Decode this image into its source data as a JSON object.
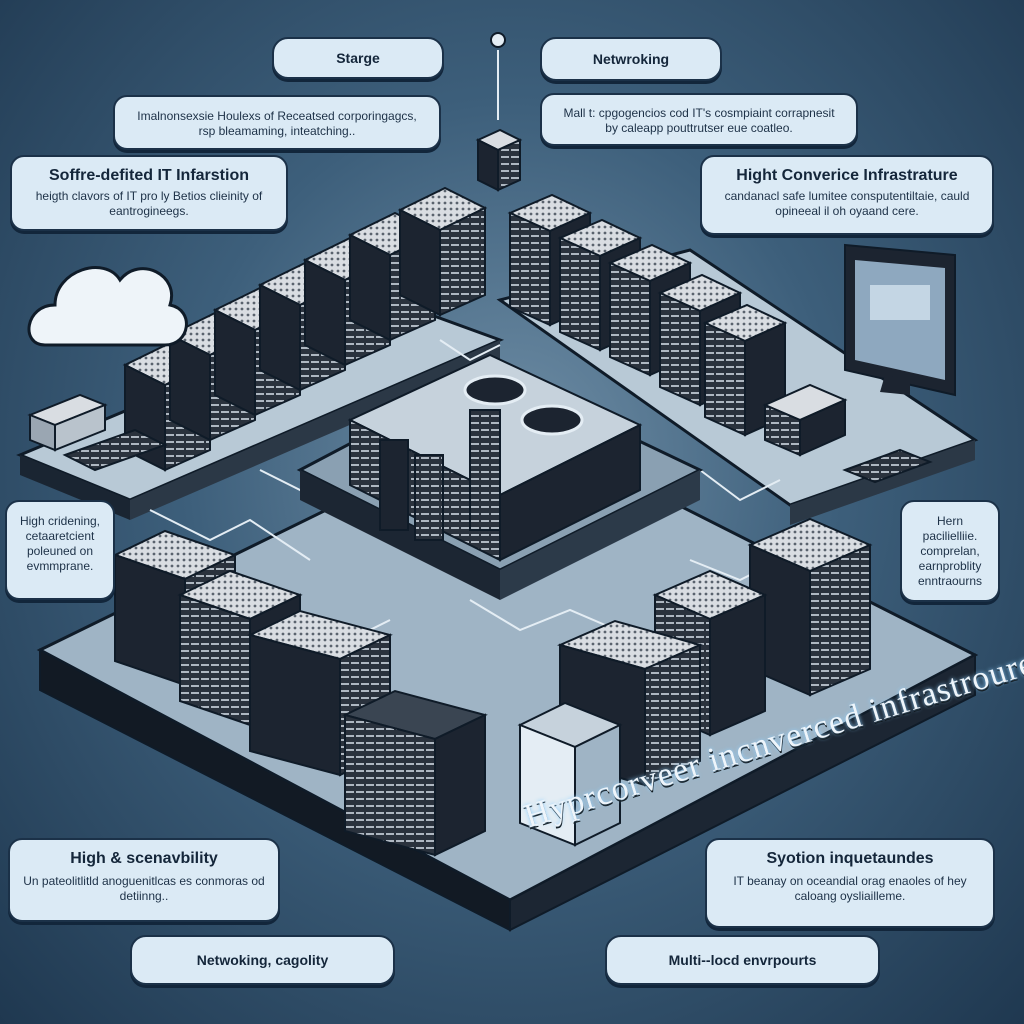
{
  "top_left_pill": "Starge",
  "top_right_pill": "Netwroking",
  "top_left_box": {
    "desc": "Imalnonsexsie Houlexs of Receatsed corporingagcs, rsp bleamaming, inteatching.."
  },
  "top_right_box": {
    "desc": "Mall t: cpgogencios cod IT's cosmpiaint corrapnesit by caleapp pouttrutser eue coatleo."
  },
  "left_box": {
    "title": "Soffre-defited IT Infarstion",
    "desc": "heigth clavors of IT pro ly Betios clieinity of eantrogineegs."
  },
  "right_box": {
    "title": "Hight Converice Infrastrature",
    "desc": "candanacl safe lumitee consputentiltaie, cauld opineeal il oh oyaand cere."
  },
  "mid_left_box": {
    "desc": "High cridening, cetaaretcient poleuned on evmmprane."
  },
  "mid_right_box": {
    "desc": "Hern pacilielliie. comprelan, earnproblity enntraourns"
  },
  "bottom_left_box": {
    "title": "High & scenavbility",
    "desc": "Un pateolitlitld anoguenitlcas es conmoras od detiinng.."
  },
  "bottom_right_box": {
    "title": "Syotion inquetaundes",
    "desc": "IT beanay on oceandial orag enaoles of hey caloang oysliailleme."
  },
  "bottom_left_pill": "Netwoking, cagolity",
  "bottom_right_pill": "Multi--locd envrpourts",
  "platform_label": "Hyprcorveer incnverced infrastroure",
  "colors": {
    "background": "#3d5f7b",
    "panel": "#dbeaf5",
    "outline": "#1b3148",
    "server": "#1c2430"
  },
  "icons": [
    "cloud-icon",
    "desktop-monitor-icon",
    "server-rack-icon",
    "keyboard-icon"
  ]
}
